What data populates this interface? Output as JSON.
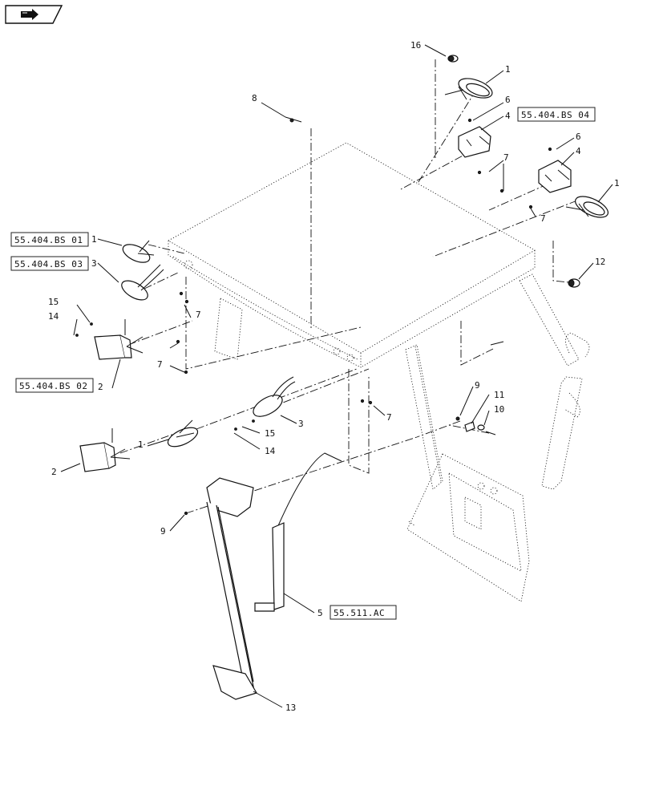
{
  "nav_icon": "arrow-right-icon",
  "ref_boxes": {
    "bs01": "55.404.BS 01",
    "bs02": "55.404.BS 02",
    "bs03": "55.404.BS 03",
    "bs04": "55.404.BS 04",
    "ac": "55.511.AC"
  },
  "callouts": {
    "c1a": "1",
    "c1b": "1",
    "c1c": "1",
    "c1d": "1",
    "c2a": "2",
    "c2b": "2",
    "c3a": "3",
    "c3b": "3",
    "c4a": "4",
    "c4b": "4",
    "c5": "5",
    "c6a": "6",
    "c6b": "6",
    "c7a": "7",
    "c7b": "7",
    "c7c": "7",
    "c7d": "7",
    "c7e": "7",
    "c8": "8",
    "c9a": "9",
    "c9b": "9",
    "c10": "10",
    "c11": "11",
    "c12": "12",
    "c13": "13",
    "c14a": "14",
    "c14b": "14",
    "c15a": "15",
    "c15b": "15",
    "c16": "16"
  }
}
